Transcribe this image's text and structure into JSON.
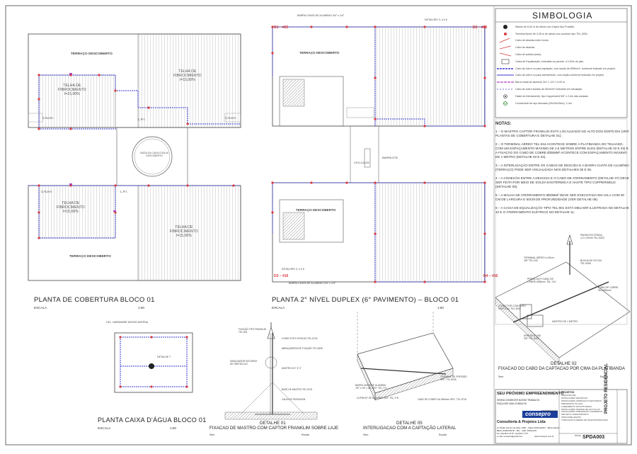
{
  "symbology": {
    "title": "SIMBOLOGIA",
    "items": [
      {
        "icon": "mast-icon",
        "text": "Mastro de 6,00 m de altura com Captor tipo Franklin."
      },
      {
        "icon": "terminal-icon",
        "text": "Terminal Aéreo de 0,35 m de altura com conector tipo TEL-0051."
      },
      {
        "icon": "descent-icon",
        "text": "Cabo de descida entre níveis."
      },
      {
        "icon": "descent-icon",
        "text": "Cabo de descida."
      },
      {
        "icon": "rise-icon",
        "text": "Cabo de subida (sobe)."
      },
      {
        "icon": "ring-icon",
        "text": "Caixa de Equalização, embutida na parede, a 0,30m do piso."
      },
      {
        "icon": "conductor-icon",
        "text": "Cabo de cobre nu para captação, com seção de Ø35mm², conforme indicado em projeto."
      },
      {
        "icon": "blue-line-icon",
        "text": "Cabo de cobre nu para aterramento, com seção conforme indicado em projeto."
      },
      {
        "icon": "bar-icon",
        "text": "Barra chata de alumínio 3/4\" x 1/4\" x 3,00 m."
      },
      {
        "icon": "dashed-line-icon",
        "text": "Cabo de cobre isolado de Ø16mm² embutido em tubulação."
      },
      {
        "icon": "rod-icon",
        "text": "Haste de Aterramento, tipo Copperweld 5/8\" x 2,4m alta camada."
      },
      {
        "icon": "inspection-icon",
        "text": "Condomínio de aço almuado (20x20x20cm), 2,4m."
      }
    ]
  },
  "notes": {
    "title": "NOTAS:",
    "items": [
      "1 – O mastro captor Franklin está localizado no alto dos edifícios (ver plantas de cobertura e detalhe 01);",
      "2 – O terminal aéreo TEL-044 acontece sobre a platibanda do telhado, com um espaçamento máximo de 2,5 metros entre eles (detalhe 02 e 03) e a fixação do cabo de cobre Ø35mm² acontece com espaçamento máximo de 1 metro (detalhe 03 e 04).",
      "3 – A interligação entre os cabos de descida e a barra chata de alumínio (terraço) pode ser visualizada nos detalhes 05 e 06.",
      "4 – A conexão entre a descida e o cabo de aterramento (detalhe 07) deve ser feita por meio de solda exotérmica e haste tipo Copperweld (detalhe 08).",
      "5 – A malha de aterramento Ø50mm² deve ser executada em vala com 30 cm de largura e 50cm de profundidade (ver detalhe 09).",
      "6 – A caixa de equalização tipo TEL-901 está melhor ilustrada no detalhe 10 e o aterramento elétrico no detalhe 11;"
    ]
  },
  "plans": {
    "cobertura": {
      "title": "PLANTA DE COBERTURA BLOCO 01",
      "escala": "ESCALA",
      "scale": "1:50"
    },
    "duplex": {
      "title": "PLANTA 2° NÍVEL DUPLEX (6° PAVIMENTO) – BLOCO 01",
      "escala": "ESCALA",
      "scale": "1:50"
    },
    "caixa": {
      "title": "PLANTA CAIXA D'ÁGUA BLOCO 01",
      "escala": "ESCALA",
      "scale": "1:50"
    }
  },
  "details": {
    "d01": {
      "number": "DETALHE 01",
      "title": "FIXACAO DE MASTRO COM CAPTOR FRANKLIM SOBRE LAJE",
      "sem": "Sem",
      "escala": "Escala"
    },
    "d05": {
      "number": "DETALHE 05",
      "title": "INTERLIGACAO COM A CAPTAÇÃO LATERAL",
      "sem": "Sem",
      "escala": "Escala"
    },
    "d02": {
      "number": "DETALHE 02",
      "title": "FIXACAO DO CABO DA CAPTACAO POR CIMA DA PLATIBANDA",
      "sem": "Sem",
      "escala": "Escala"
    }
  },
  "labels": {
    "terraco": "TERRAÇO DESCOBERTO",
    "telha_a": "TELHA DE",
    "telha_b": "FIBROCIMENTO",
    "telha_i": "I=15,00%",
    "calha": "CALHA",
    "lpi": "L.P.I.",
    "caixa_dagua": "SAÍDA DA CAIXA D'ÁGUA",
    "descoberto": "DESCOBERTO",
    "barrilete": "BARRILETE",
    "circulacao": "CIRCULAÇÃO",
    "cel": "CEL. HARDWARE NOSSO ANTENA",
    "detalhe7": "DETALHE 7",
    "detalhes_b": "DETALHES 3, 4 e 5",
    "detalhes_a": "DETALHES 3, 4 e 5",
    "barra": "BARRA CHATA DE ALUMÍNIO 3/4\" x 1/4\"",
    "d35": "#35",
    "d16": "#16",
    "c1": "D1 – #35",
    "c2": "D2 – #35",
    "c3": "D3 – #16",
    "c4": "D4 – #16",
    "parafuso": "PARAFUSO FENDA",
    "parafuso_spec": "4,2 x 32mm TEL-5333",
    "terminal_aereo": "TERMINAL AÉREO h=25cm",
    "terminal_spec": "3/8\" TEL-044",
    "bucha": "BUCHA DE NYLON",
    "bucha_spec": "TEL-5306",
    "presilha": "PRESILHA P/ CABO DE",
    "presilha_spec": "COBRE Ø35mm² TEL-744",
    "cabo_cobre": "CABO DE COBRE",
    "cabo_spec": "NU Ø35mm²",
    "conector": "CONECTOR COM FURO",
    "conector_spec": "VERTICAL TEL-5037",
    "arruela": "ARRUELA LISA",
    "arruela_spec": "3/8\" TEL-5320",
    "mastro_note": "MASTRO DE 1 METRO",
    "barra_chata_d05": "BARRA CHATA DE ALUMÍNIO",
    "barra_chata_d05_spec": "7/8\" x 1/8\" x 3m. REF: TEL-771",
    "terminal_pressao": "TERMINAL DE PRESSÃO",
    "terminal_pressao_spec": "REF.: TEL-5035",
    "cabo_cobre_d05": "CABO DE COBRE NU Ø35mm² REF.: TEL-5718",
    "cupim": "CUPIM 90° DE ALUMÍNIO REF: TEL-778",
    "franklin_note": "FIXAÇÃO TIPO FRANKLIN",
    "franklin_spec": "TEL-003",
    "conector_base": "CONECTOR E ROSCAS TEL-5733",
    "abraçadeira": "ABRAÇADEIRA DE FIXAÇÃO",
    "abraçadeira_spec": "TEL-5008",
    "mastro": "MASTRO Ø 2\" E 3\"",
    "sinalizador": "SINALIZADOR NOTURNO",
    "sinalizador_spec": "DE OBSTÁCULO",
    "base_mastro": "BASE DE MASTRO",
    "base_spec": "TEL-5703",
    "caixa_passagem": "CAIXA DE PASSAGEM"
  },
  "titleblock": {
    "slogan": "SEU PRÓXIMO EMPREENDIMENTO",
    "sub1": "VENHA CONHECER NOSSO TRABALHO",
    "sub2": "FAÇA-NOS UMA CONSULTA",
    "brand": "consepro",
    "company": "Consultoria & Projetos Ltda",
    "address1": "Av. Barão Homem de Melo, 4484 – Salas 2102/1110/01 – Bairro Estoril –",
    "address2": "BELO HORIZONTE – MG – CEP: 30494-270",
    "phone": "Tel: (31)3317-2175 / (31)3317-7727",
    "email": "e-mail: consepro@gmail.com",
    "site": "www.consepro.com.br",
    "projects_title": "PROJETOS",
    "projects": [
      "ARQUITETURA",
      "INSTALAÇÕES ELÉTRICAS",
      "INSTALAÇÕES HIDRÁULICO-SANITÁRIAS",
      "PREVENÇÃO PLUVIAL",
      "CABEAMENTO ESTRUTURADO",
      "INSTALAÇÕES FINDAVE DE GLP OU GN",
      "INSTALAÇÕES PREVENÇÃO A INCÊNDIOS",
      "PROJETO LUMINOTÉCNICO",
      "SPDA (PARA-RAIOS)",
      "TUBULAÇÃO E REDES DE TELECOMUNICAÇÃO"
    ],
    "vertical": "PROJETO RESIDENCIAL",
    "code": "SPDA003",
    "discrimination": "DISCRIMINAÇÃO",
    "folha": "FOLHA"
  },
  "colors": {
    "line": "#333333",
    "red": "#d8383e",
    "blue": "#3a3ad0",
    "purple": "#b040c0",
    "green": "#2a8a2a",
    "hatch": "#9a9a9a"
  }
}
